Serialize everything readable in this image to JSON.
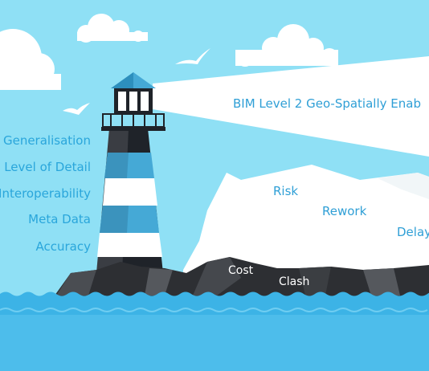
{
  "beam_label": "BIM Level 2 Geo-Spatially Enab",
  "left_labels": [
    "Generalisation",
    "Level of Detail",
    "Interoperability",
    "Meta Data",
    "Accuracy"
  ],
  "iceberg_labels": [
    "Risk",
    "Rework",
    "Delay"
  ],
  "rock_labels": [
    "Cost",
    "Clash"
  ],
  "colors": {
    "sky": "#8fe0f5",
    "sea": "#3cb3e6",
    "tower_dark": "#1f2329",
    "tower_blue": "#45a9d6",
    "ice": "#ffffff",
    "rock": "#2d2f33",
    "text_blue": "#2aa6db"
  }
}
